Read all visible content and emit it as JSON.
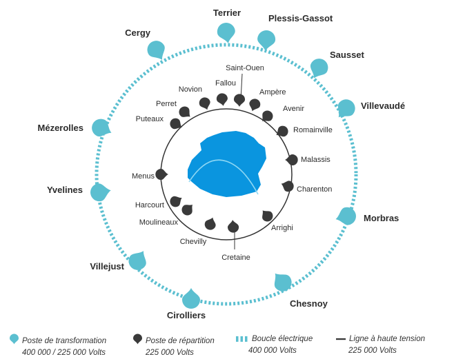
{
  "colors": {
    "transformation": "#5bbfd0",
    "repartition": "#3a3a3a",
    "paris_fill": "#0a95df",
    "line": "#333333"
  },
  "transformation_stations": [
    "Terrier",
    "Plessis-Gassot",
    "Sausset",
    "Villevaudé",
    "Morbras",
    "Chesnoy",
    "Cirolliers",
    "Villejust",
    "Yvelines",
    "Mézerolles",
    "Cergy"
  ],
  "repartition_stations": [
    "Saint-Ouen",
    "Ampère",
    "Avenir",
    "Romainville",
    "Malassis",
    "Charenton",
    "Arrighi",
    "Cretaine",
    "Chevilly",
    "Moulineaux",
    "Harcourt",
    "Menus",
    "Puteaux",
    "Perret",
    "Novion",
    "Fallou"
  ],
  "legend": [
    {
      "icon": "teal-drop-icon",
      "label": "Poste de transformation",
      "sub": "400 000 / 225 000 Volts"
    },
    {
      "icon": "dark-drop-icon",
      "label": "Poste de répartition",
      "sub": "225 000 Volts"
    },
    {
      "icon": "dashed-loop-icon",
      "label": "Boucle électrique",
      "sub": "400 000 Volts"
    },
    {
      "icon": "line-icon",
      "label": "Ligne à haute tension",
      "sub": "225 000 Volts"
    }
  ]
}
